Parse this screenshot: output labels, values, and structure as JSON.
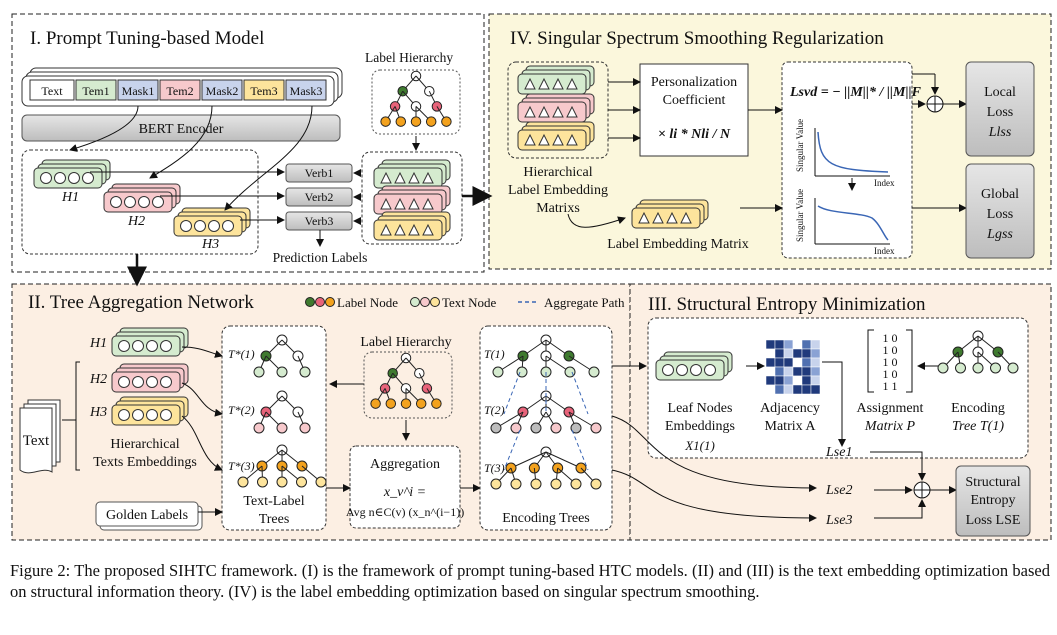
{
  "panel1": {
    "title": "I. Prompt Tuning-based Model",
    "tokens": [
      "Text",
      "Tem1",
      "Mask1",
      "Tem2",
      "Mask2",
      "Tem3",
      "Mask3"
    ],
    "encoder": "BERT Encoder",
    "h": [
      "H1",
      "H2",
      "H3"
    ],
    "verbs": [
      "Verb1",
      "Verb2",
      "Verb3"
    ],
    "prediction": "Prediction Labels",
    "hierarchy": "Label Hierarchy"
  },
  "panel4": {
    "title": "IV. Singular Spectrum Smoothing Regularization",
    "coef_1": "Personalization",
    "coef_2": "Coefficient",
    "coef_formula": "× li * Nli / N",
    "svd": "Lsvd = − ||M||* / ||M||F",
    "plot_ylabel": "Singular Value",
    "plot_xlabel": "Index",
    "hier_label": [
      "Hierarchical",
      "Label Embedding",
      "Matrixs"
    ],
    "lem_label": "Label Embedding Matrix",
    "local_loss": [
      "Local",
      "Loss",
      "Llss"
    ],
    "global_loss": [
      "Global",
      "Loss",
      "Lgss"
    ]
  },
  "panel2": {
    "title": "II. Tree Aggregation Network",
    "legend_label": "Label Node",
    "legend_text": "Text Node",
    "legend_path": "Aggregate Path",
    "h": [
      "H1",
      "H2",
      "H3"
    ],
    "text_doc": "Text",
    "hier_text": [
      "Hierarchical",
      "Texts Embeddings"
    ],
    "golden": "Golden Labels",
    "tl_trees": [
      "Text-Label",
      "Trees"
    ],
    "label_hierarchy": "Label Hierarchy",
    "aggregation": "Aggregation",
    "agg_formula_1": "x_v^i =",
    "agg_formula_2": "Avg n∈C(v) (x_n^(i−1))",
    "enc_trees": "Encoding Trees",
    "tl_names": [
      "T*(1)",
      "T*(2)",
      "T*(3)"
    ],
    "enc_names": [
      "T(1)",
      "T(2)",
      "T(3)"
    ]
  },
  "panel3": {
    "title": "III. Structural Entropy Minimization",
    "leaf": [
      "Leaf Nodes",
      "Embeddings",
      "X1(1)"
    ],
    "adj": [
      "Adjacency",
      "Matrix A"
    ],
    "assign": [
      "Assignment",
      "Matrix P"
    ],
    "enc_tree": [
      "Encoding",
      "Tree T(1)"
    ],
    "matrix_rows": [
      "1 0",
      "1 0",
      "1 0",
      "1 0",
      "1 1"
    ],
    "lse": [
      "Lse1",
      "Lse2",
      "Lse3"
    ],
    "struct_loss": [
      "Structural",
      "Entropy",
      "Loss LSE"
    ]
  },
  "caption": "Figure 2: The proposed SIHTC framework. (I) is the framework of prompt tuning-based HTC models. (II) and (III) is the text embedding optimization based on structural information theory. (IV) is the label embedding optimization based on singular spectrum smoothing.",
  "colors": {
    "panel4_bg": "#fbf7dc",
    "panel23_bg": "#fcefe3",
    "green": "#d5ebcf",
    "pink": "#f7c9cc",
    "yellow": "#fde49c",
    "orange": "#f3a21e",
    "dark_green": "#3f7a2f",
    "red_node": "#e8637a",
    "gray_box": "#d4d4d4",
    "blue_line": "#3a66b5"
  }
}
